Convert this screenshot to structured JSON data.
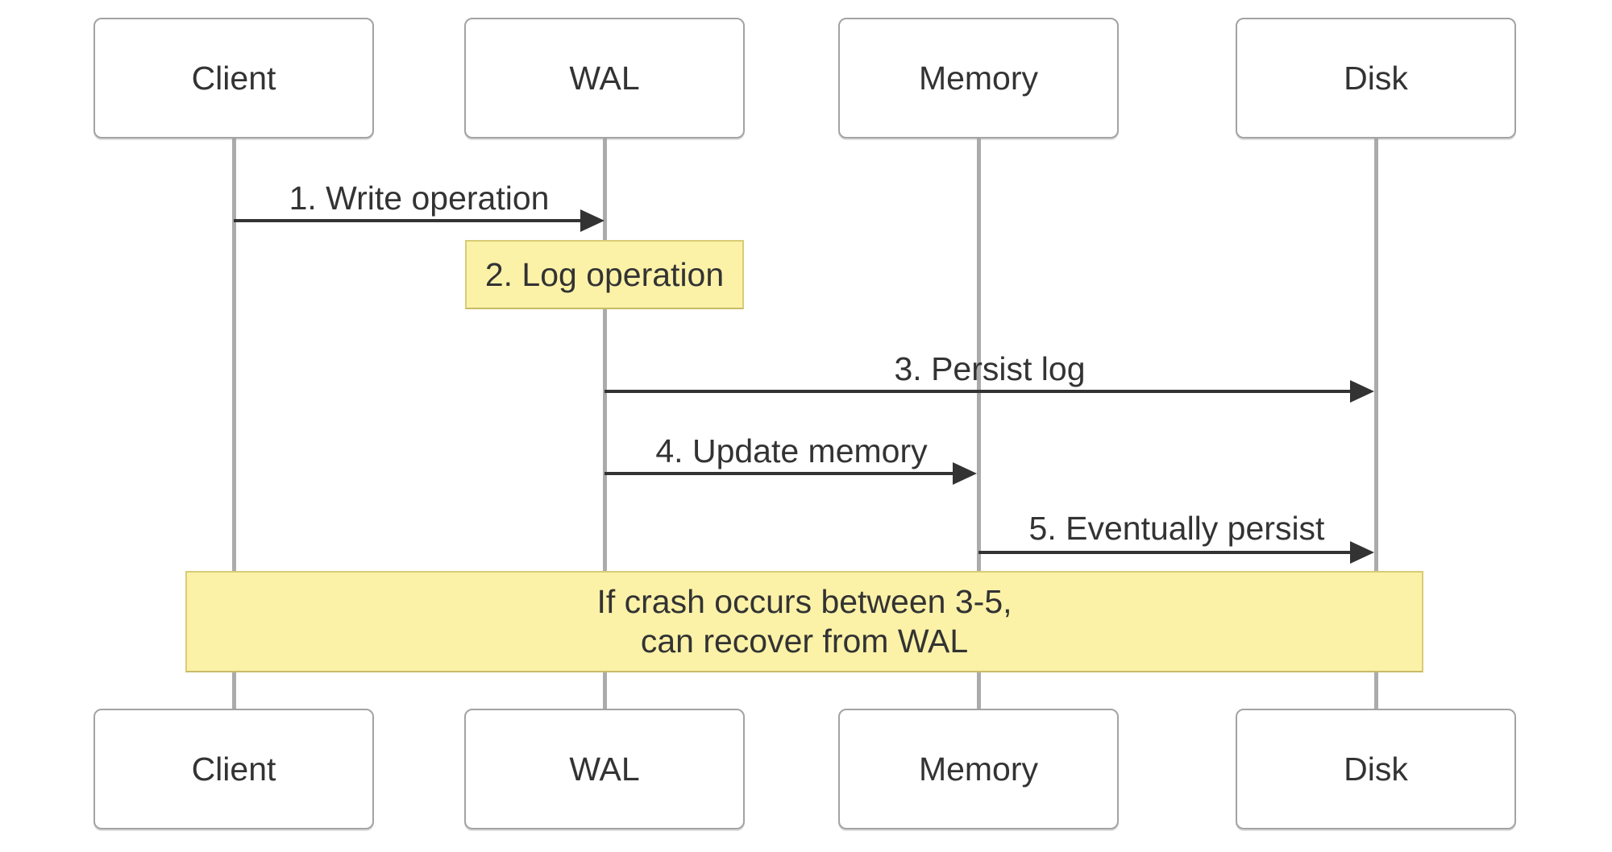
{
  "diagram": {
    "type": "sequence-diagram",
    "topic": "Write-Ahead Log (WAL) flow",
    "colors": {
      "note_fill": "#FBF2A8",
      "note_border": "#D9CC76",
      "lifeline": "#ABABAB",
      "arrow": "#333333",
      "actor_border": "#A3A3A3",
      "actor_fill": "#FFFFFF",
      "text": "#333333"
    },
    "participants": [
      {
        "id": "client",
        "label": "Client"
      },
      {
        "id": "wal",
        "label": "WAL"
      },
      {
        "id": "memory",
        "label": "Memory"
      },
      {
        "id": "disk",
        "label": "Disk"
      }
    ],
    "messages": [
      {
        "seq": 1,
        "label": "1. Write operation",
        "from": "client",
        "to": "wal",
        "kind": "arrow"
      },
      {
        "seq": 2,
        "label": "2. Log operation",
        "over": "wal",
        "kind": "note"
      },
      {
        "seq": 3,
        "label": "3. Persist log",
        "from": "wal",
        "to": "disk",
        "kind": "arrow"
      },
      {
        "seq": 4,
        "label": "4. Update memory",
        "from": "wal",
        "to": "memory",
        "kind": "arrow"
      },
      {
        "seq": 5,
        "label": "5. Eventually persist",
        "from": "memory",
        "to": "disk",
        "kind": "arrow"
      }
    ],
    "footer_note": {
      "line1": "If crash occurs between 3-5,",
      "line2": "can recover from WAL",
      "spans": "client to disk"
    }
  }
}
